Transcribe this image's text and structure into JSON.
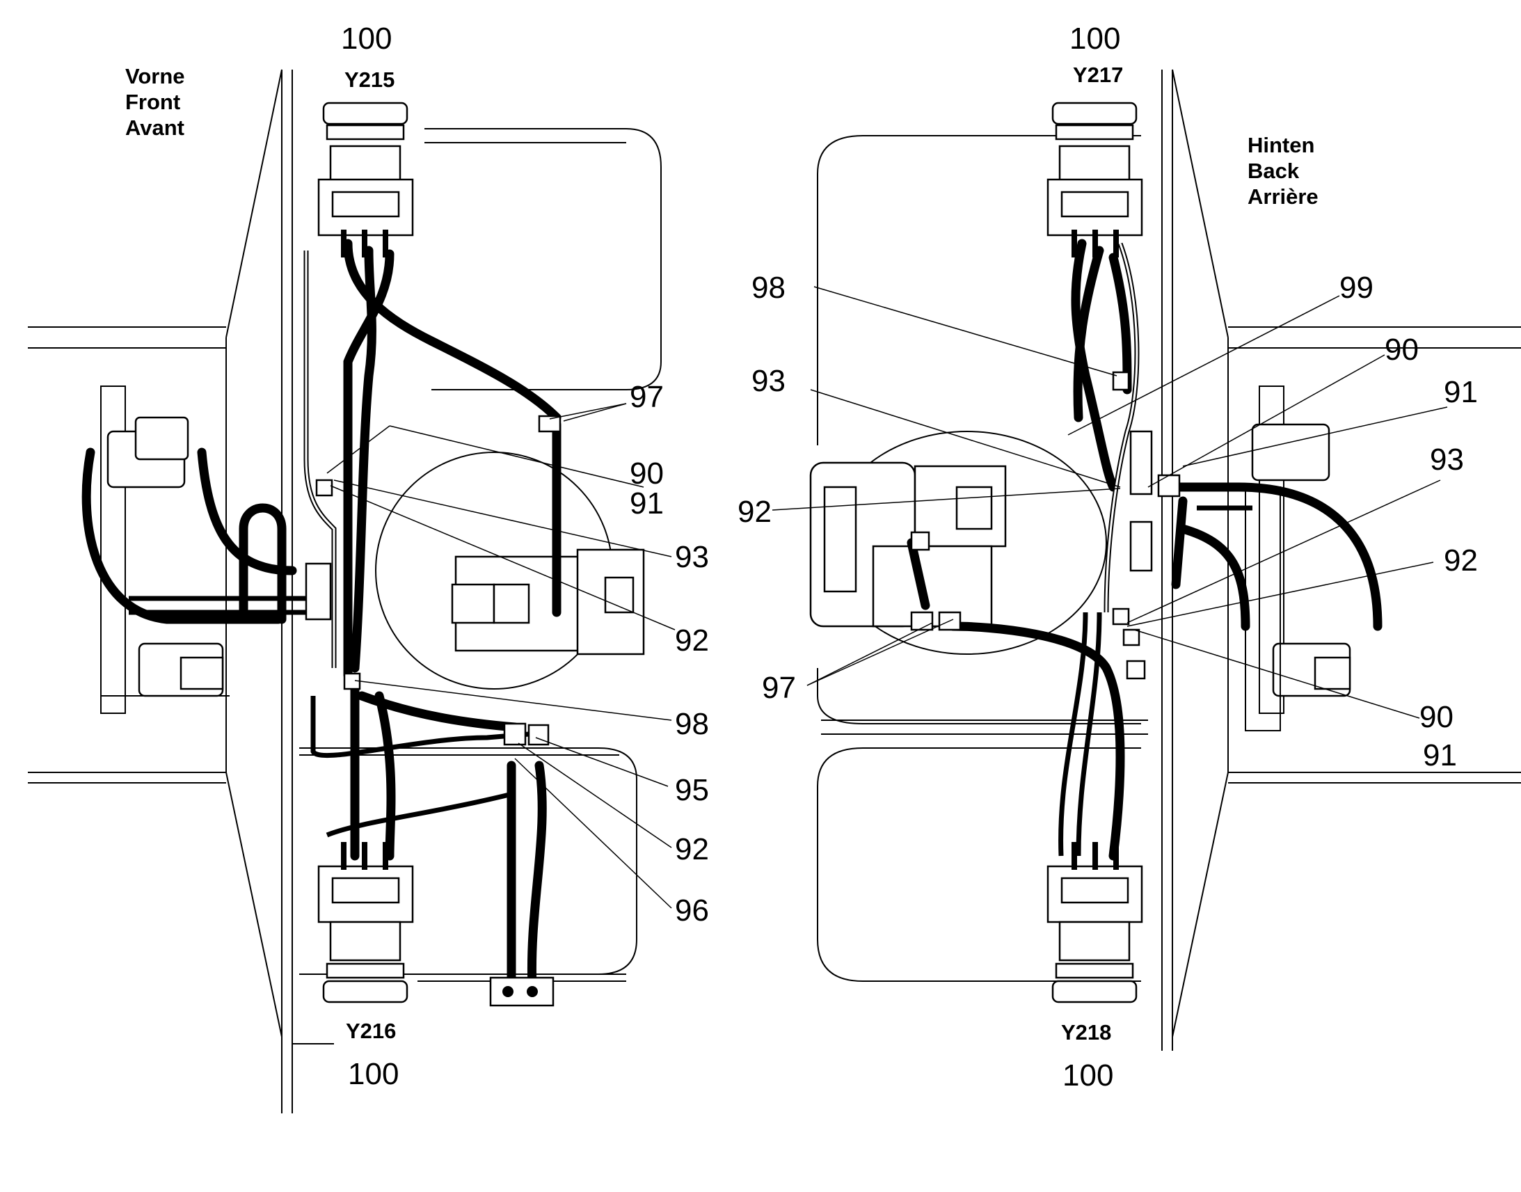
{
  "direction_labels": {
    "front": [
      "Vorne",
      "Front",
      "Avant"
    ],
    "back": [
      "Hinten",
      "Back",
      "Arrière"
    ]
  },
  "components": {
    "top_left": "Y215",
    "bottom_left": "Y216",
    "top_right": "Y217",
    "bottom_right": "Y218"
  },
  "component_ref": "100",
  "callouts_left": [
    "97",
    "90",
    "91",
    "93",
    "92",
    "98",
    "95",
    "92",
    "96"
  ],
  "callouts_right": [
    "98",
    "99",
    "90",
    "93",
    "91",
    "92",
    "93",
    "92",
    "97",
    "90",
    "91"
  ],
  "colors": {
    "line": "#000000",
    "background": "#ffffff"
  }
}
